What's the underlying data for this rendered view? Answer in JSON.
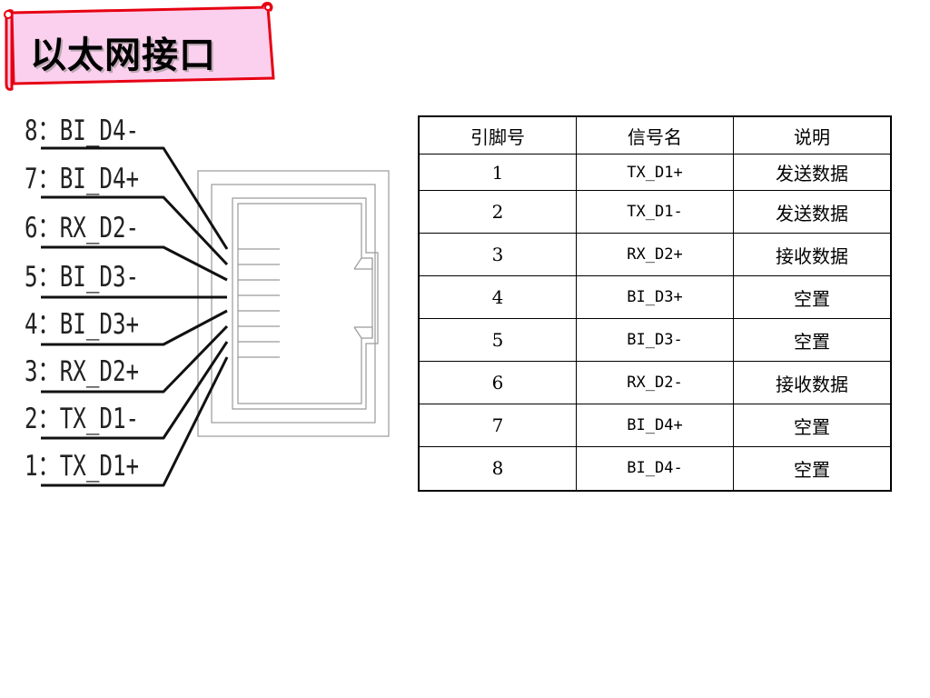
{
  "title": "以太网接口",
  "colors": {
    "banner_fill": "#fbd0ee",
    "banner_border": "#e60012",
    "line": "#111111",
    "port_border": "#9a9a9a"
  },
  "pin_labels": [
    "8：BI_D4-",
    "7：BI_D4+",
    "6：RX_D2-",
    "5：BI_D3-",
    "4：BI_D3+",
    "3：RX_D2+",
    "2：TX_D1-",
    "1：TX_D1+"
  ],
  "table": {
    "headers": [
      "引脚号",
      "信号名",
      "说明"
    ],
    "rows": [
      [
        "1",
        "TX_D1+",
        "发送数据"
      ],
      [
        "2",
        "TX_D1-",
        "发送数据"
      ],
      [
        "3",
        "RX_D2+",
        "接收数据"
      ],
      [
        "4",
        "BI_D3+",
        "空置"
      ],
      [
        "5",
        "BI_D3-",
        "空置"
      ],
      [
        "6",
        "RX_D2-",
        "接收数据"
      ],
      [
        "7",
        "BI_D4+",
        "空置"
      ],
      [
        "8",
        "BI_D4-",
        "空置"
      ]
    ]
  }
}
